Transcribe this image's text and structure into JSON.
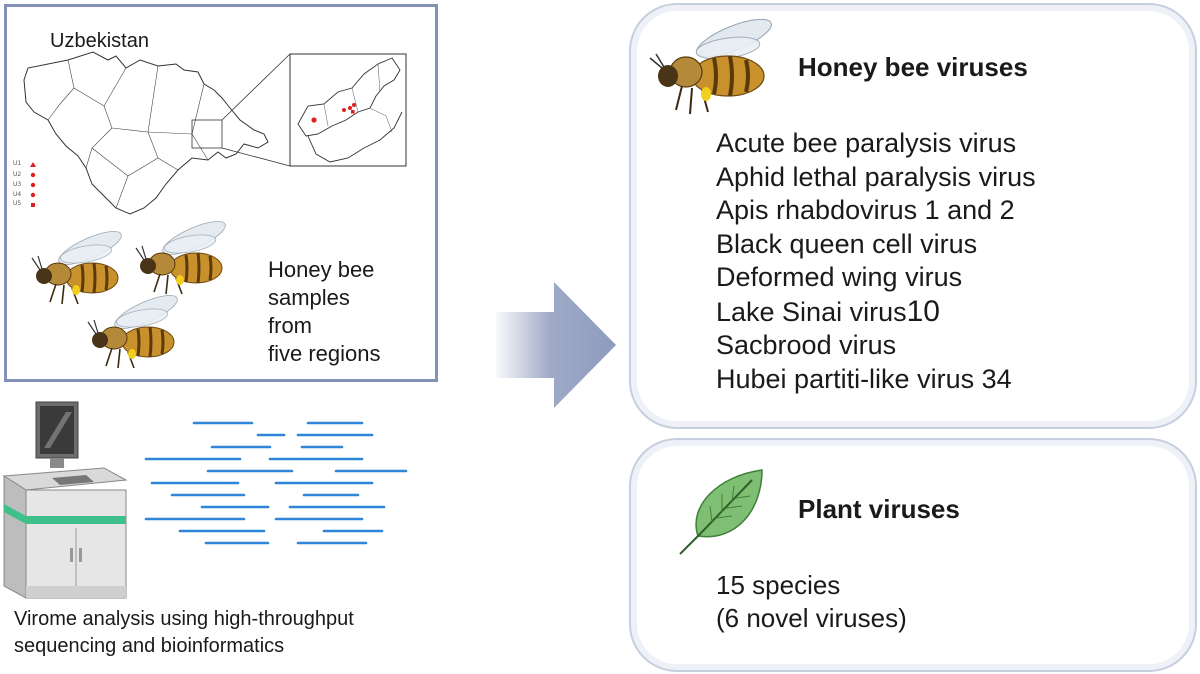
{
  "map_panel": {
    "title": "Uzbekistan",
    "legend": [
      "U1",
      "U2",
      "U3",
      "U4",
      "U5"
    ],
    "samples_text": [
      "Honey bee",
      "samples",
      "from",
      "five regions"
    ]
  },
  "sequencing": {
    "caption": [
      "Virome analysis using high-throughput",
      "sequencing and bioinformatics"
    ]
  },
  "honey_bee_card": {
    "title": "Honey bee viruses",
    "viruses": [
      "Acute bee paralysis virus",
      "Aphid lethal paralysis virus",
      "Apis rhabdovirus 1 and 2",
      "Black queen cell virus",
      "Deformed wing virus",
      "Lake Sinai virus",
      "Sacbrood virus",
      "Hubei partiti-like virus 34"
    ],
    "lake_sinai_number": "10"
  },
  "plant_card": {
    "title": "Plant viruses",
    "description": [
      "15 species",
      "(6 novel viruses)"
    ]
  },
  "colors": {
    "panel_border": "#8391b8",
    "arrow": "#8e9bbd",
    "read_lines": "#2f86d6",
    "sample_dots": "#e02020",
    "leaf": "#7fbf73",
    "bee_body": "#c9912c"
  }
}
